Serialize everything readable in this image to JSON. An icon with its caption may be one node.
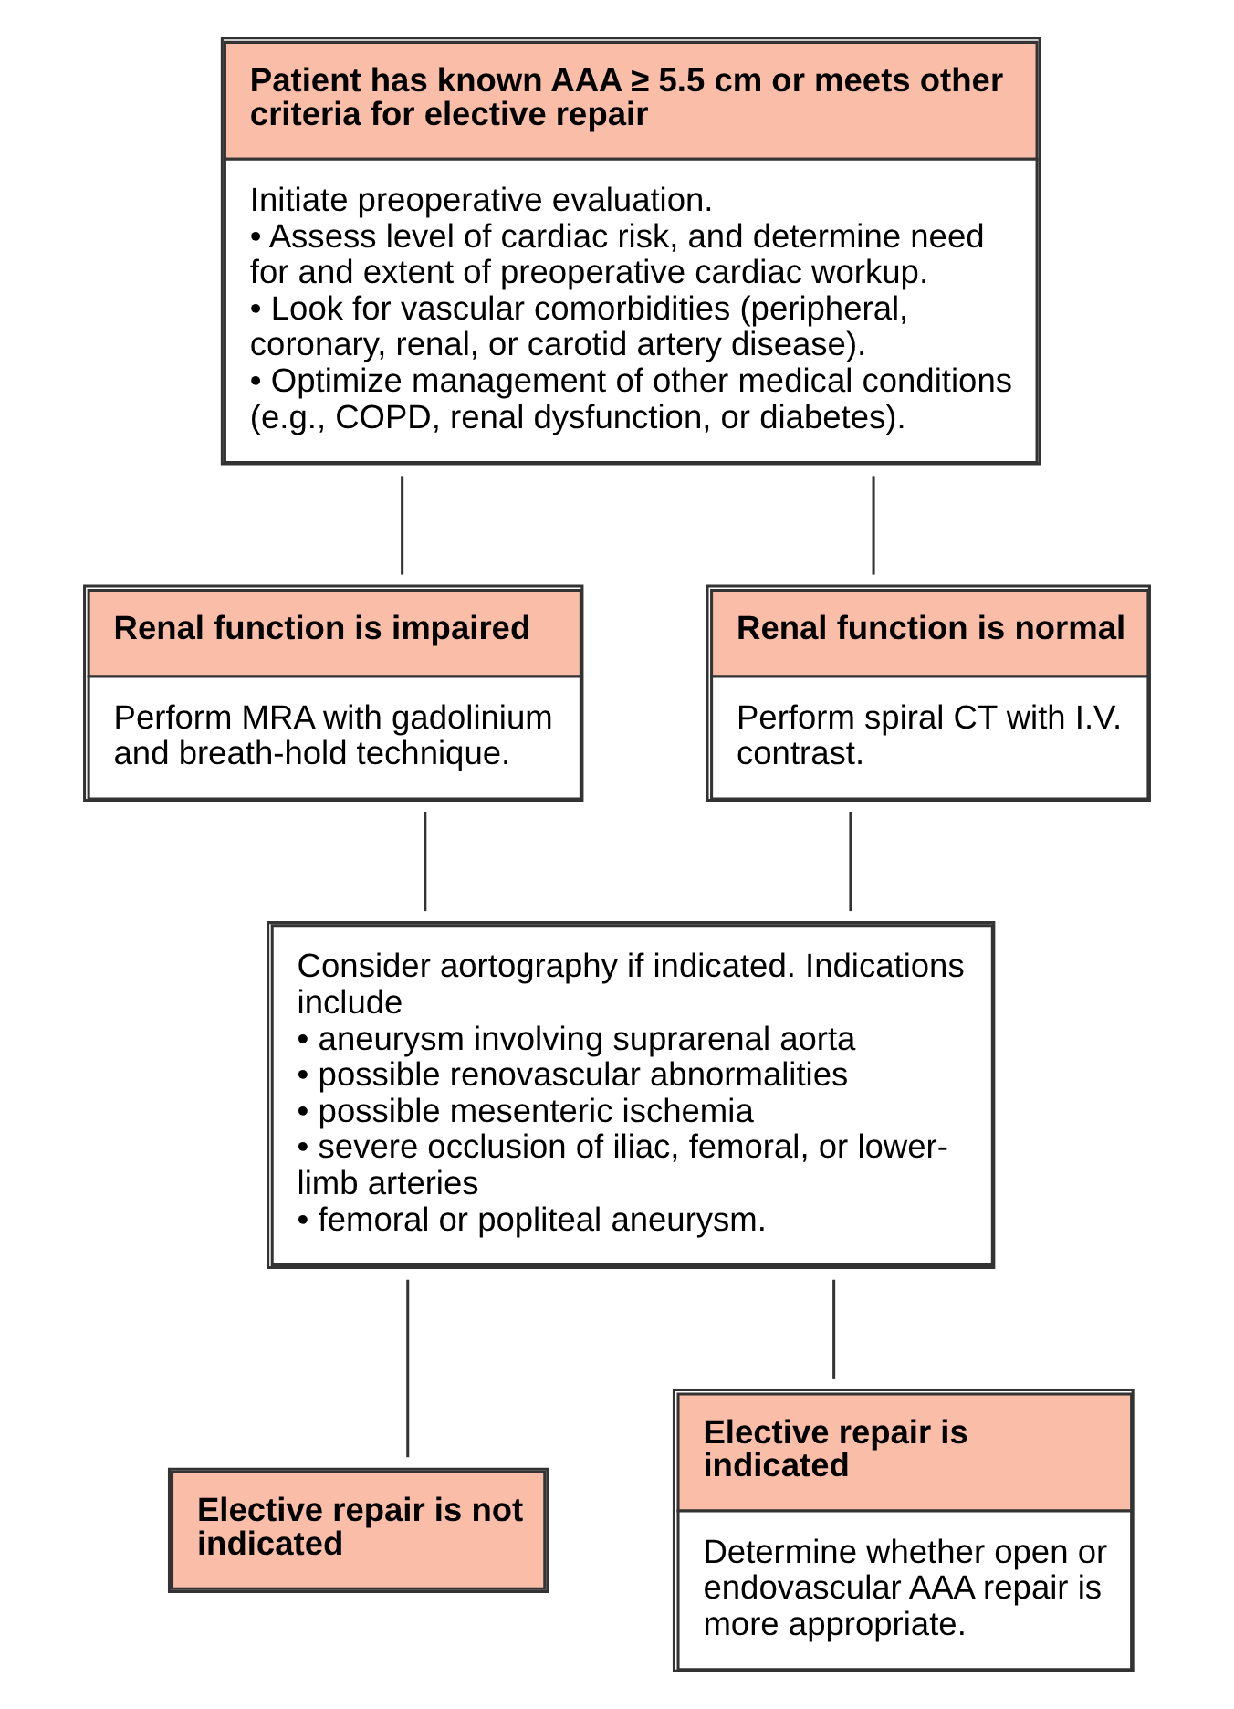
{
  "diagram": {
    "nodes": [
      {
        "text": [
          "Patient has known AAA ≥ 5.5 cm or meets other criteria for elective repair",
          "Initiate preoperative evaluation. • Assess level of cardiac risk, and determine need for and extent of preoperative cardiac workup. • Look for vascular comorbidities (peripheral, coronary, renal, or carotid artery disease). • Optimize management of other medical conditions (e.g., COPD, renal dysfunction, or diabetes)."
        ]
      },
      {
        "text": [
          "Renal function is impaired",
          "Perform MRA with gadolinium and breath-hold technique."
        ]
      },
      {
        "text": [
          "Renal function is normal",
          "Perform spiral CT with I.V. contrast."
        ]
      },
      {
        "text": [
          "Consider aortography if indicated. Indications include • aneurysm involving suprarenal aorta • possible renovascular abnormalities • possible mesenteric ischemia • severe occlusion of iliac, femoral, or lower-limb arteries • femoral or popliteal aneurysm."
        ]
      },
      {
        "text": [
          "Elective repair is not indicated"
        ]
      },
      {
        "text": [
          "Elective repair is indicated",
          "Determine whether open or endovascular AAA repair is more appropriate."
        ]
      }
    ],
    "edges": [
      {
        "from": 0,
        "to": 1,
        "arrow": "none"
      },
      {
        "from": 0,
        "to": 2,
        "arrow": "none"
      },
      {
        "from": 1,
        "to": 3,
        "arrow": "none"
      },
      {
        "from": 2,
        "to": 3,
        "arrow": "none"
      },
      {
        "from": 3,
        "to": 4,
        "arrow": "none"
      },
      {
        "from": 3,
        "to": 5,
        "arrow": "none"
      }
    ]
  }
}
